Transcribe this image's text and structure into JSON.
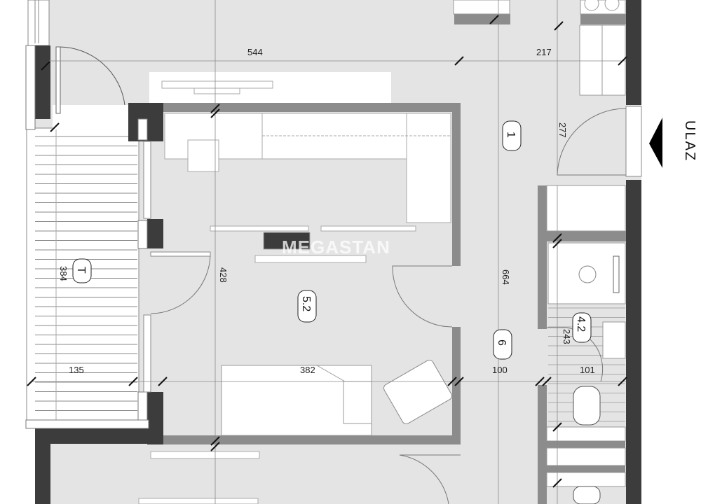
{
  "plan": {
    "watermark": "MEGASTAN",
    "entrance_label": "ULAZ",
    "room_tags": [
      {
        "label": "1"
      },
      {
        "label": "5.2"
      },
      {
        "label": "6"
      },
      {
        "label": "T"
      },
      {
        "label": "4.2"
      }
    ],
    "dimensions": [
      "544",
      "217",
      "277",
      "428",
      "664",
      "384",
      "135",
      "382",
      "100",
      "101",
      "243"
    ],
    "colors": {
      "floor": "#e4e4e4",
      "wall_dark": "#3c3c3c",
      "wall_gray": "#8c8c8c",
      "furniture": "#ffffff"
    }
  }
}
